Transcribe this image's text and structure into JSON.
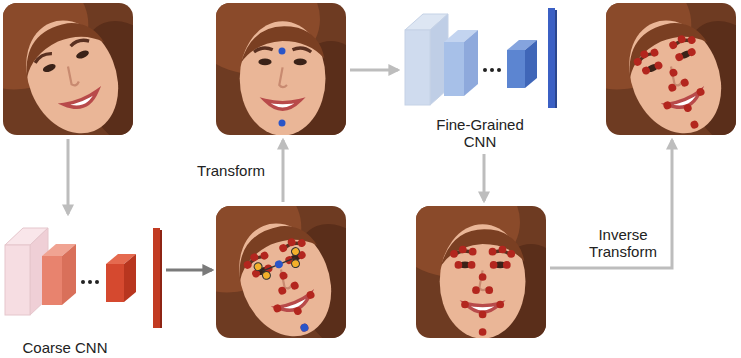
{
  "diagram": {
    "nodes": [
      {
        "text": [
          "Coarse CNN"
        ]
      },
      {
        "text": [
          "Fine-Grained CNN"
        ]
      }
    ],
    "labels": [
      "Transform",
      "Inverse Transform"
    ]
  }
}
